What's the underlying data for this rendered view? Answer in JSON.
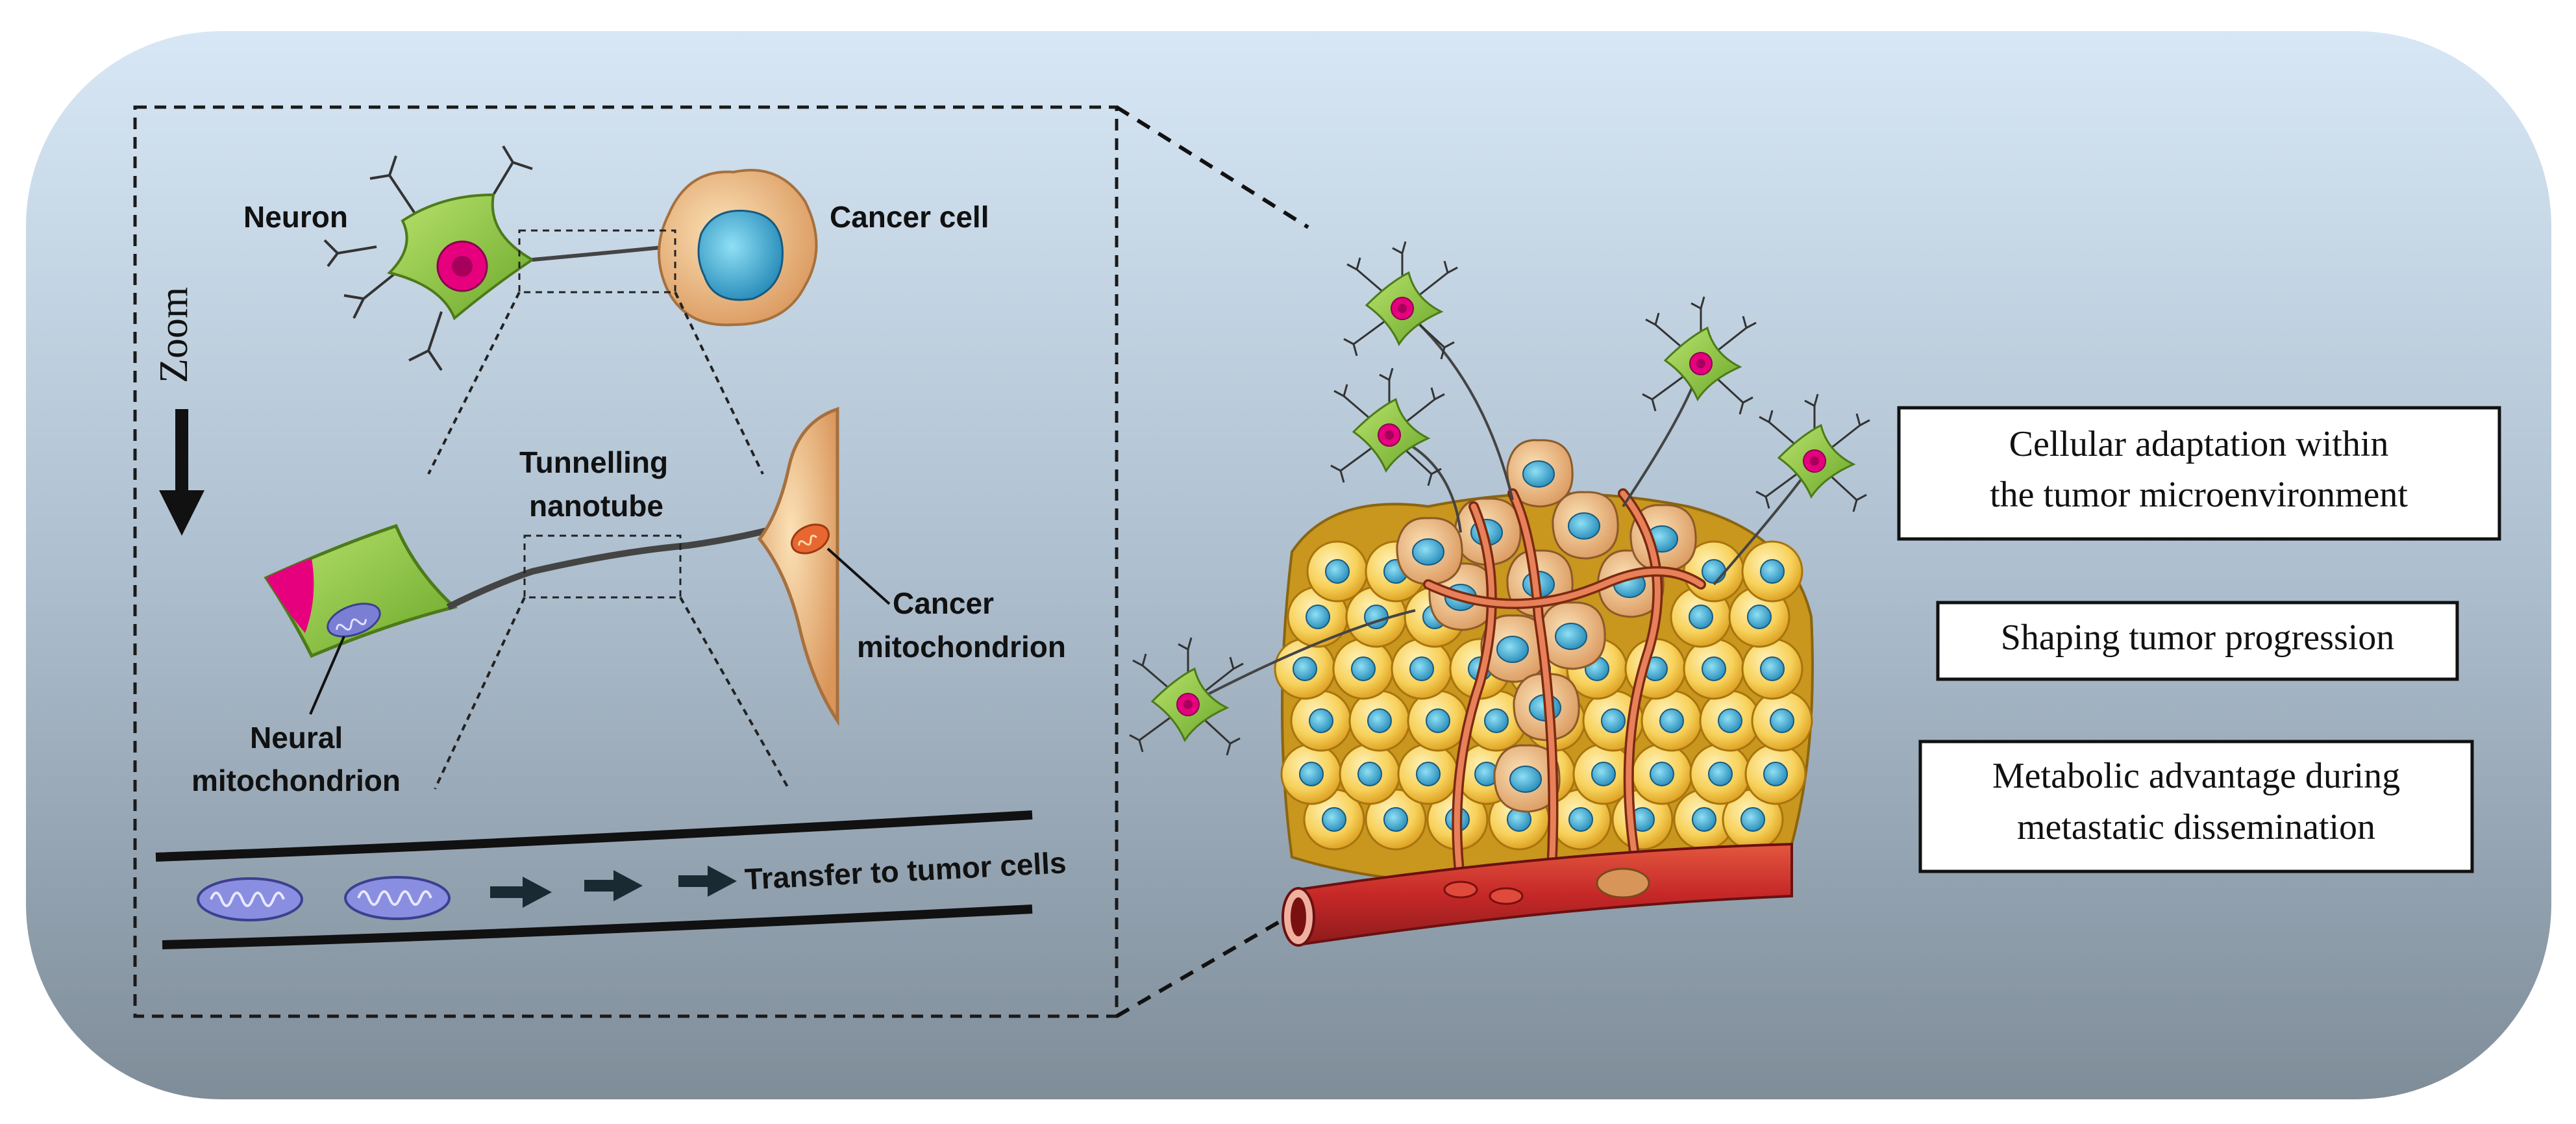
{
  "left_panel": {
    "neuron_label": "Neuron",
    "cancer_cell_label": "Cancer cell",
    "zoom_label": "Zoom",
    "tunnelling_line1": "Tunnelling",
    "tunnelling_line2": "nanotube",
    "cancer_mito_line1": "Cancer",
    "cancer_mito_line2": "mitochondrion",
    "neural_mito_line1": "Neural",
    "neural_mito_line2": "mitochondrion",
    "transfer_label": "Transfer to tumor cells"
  },
  "outcomes": [
    {
      "line1": "Cellular adaptation within",
      "line2": "the tumor microenvironment"
    },
    {
      "line1": "Shaping tumor progression",
      "line2": ""
    },
    {
      "line1": "Metabolic advantage during",
      "line2": "metastatic dissemination"
    }
  ],
  "colors": {
    "background_top": "#d6e6f4",
    "background_bottom": "#7e8c98",
    "neuron_green": "#8cc63f",
    "neuron_nucleus": "#e6007e",
    "cancer_cell": "#f3c98b",
    "cancer_nucleus": "#2fa3c8",
    "tumor_cell_yellow": "#f5c842",
    "blood_vessel": "#c0272d",
    "mitochondrion": "#7b7fd4"
  },
  "icons": [
    "neuron-icon",
    "cancer-cell-icon",
    "mitochondrion-icon",
    "tumor-mass-icon",
    "blood-vessel-icon",
    "arrow-down-icon",
    "arrow-right-icon"
  ]
}
